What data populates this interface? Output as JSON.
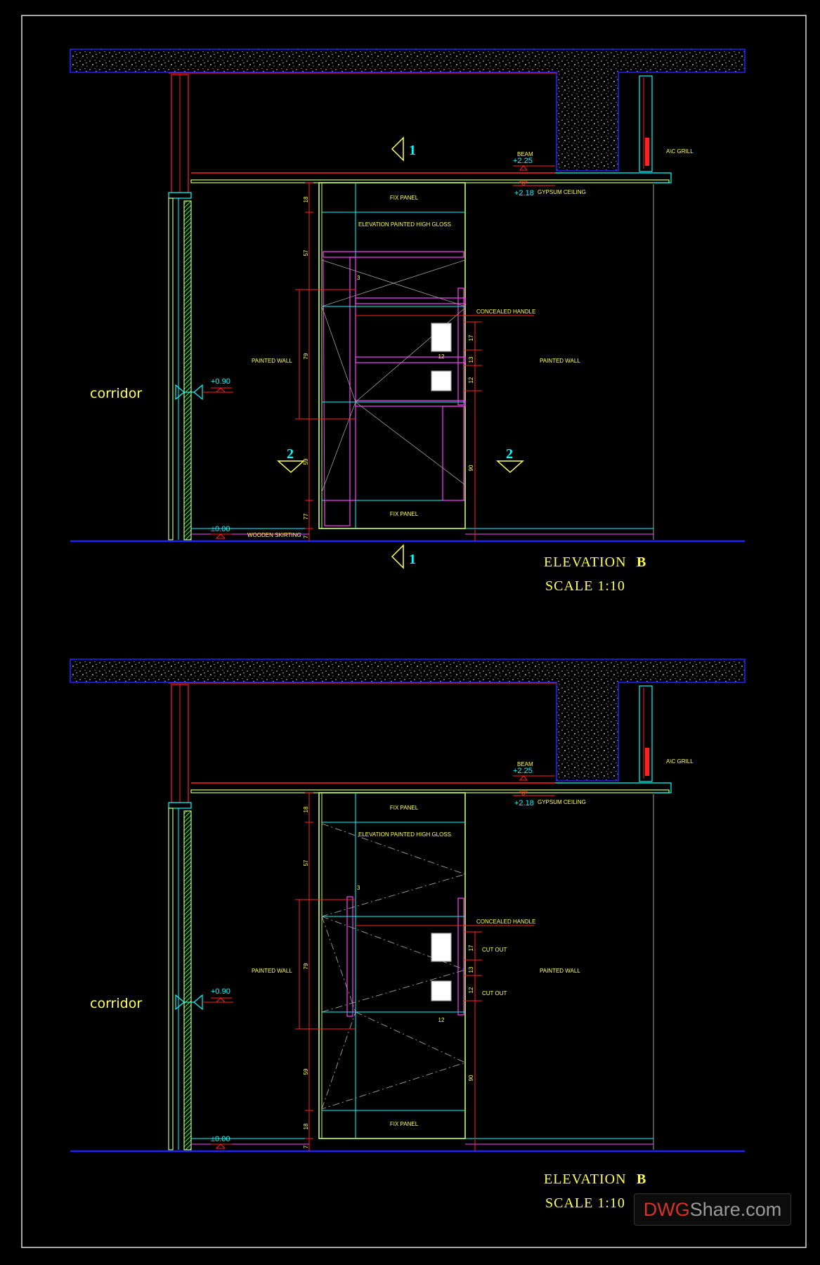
{
  "colors": {
    "background": "#000000",
    "slab_outline": "#2020ff",
    "wall_red": "#ff2020",
    "dimension_red": "#ff2020",
    "panel_green": "#c8ff60",
    "cyan": "#00ffff",
    "magenta": "#ff40ff",
    "text_yellow": "#ffff55",
    "grey": "#a0a0a0"
  },
  "elevations": [
    {
      "section_mark": "1",
      "section_mark_bottom": "1",
      "section_mark_side": "2",
      "title_word": "ELEVATION",
      "title_letter": "B",
      "scale": "SCALE    1:10",
      "room_label": "corridor",
      "beam_label": "BEAM",
      "beam_level": "+2.25",
      "ceiling_level": "+2.18",
      "ceiling_label": "GYPSUM CEILING",
      "ac_label": "A\\C GRILL",
      "top_panel": "FIX PANEL",
      "bottom_panel": "FIX PANEL",
      "finish_note": "ELEVATION PAINTED HIGH GLOSS",
      "handle_note": "CONCEALED HANDLE",
      "left_wall": "PAINTED WALL",
      "right_wall": "PAINTED WALL",
      "switch_level": "+0.90",
      "floor_level": "±0.00",
      "skirting": "WOODEN SKIRTING",
      "cutout_1": "",
      "cutout_2": "",
      "dims_left": [
        "18",
        "57",
        "79",
        "59",
        "77",
        "7"
      ],
      "dims_right": [
        "17",
        "13",
        "12",
        "90"
      ],
      "dim_top_small": "3",
      "dim_handle_1": "12",
      "dim_handle_2": ""
    },
    {
      "section_mark": "",
      "section_mark_bottom": "",
      "section_mark_side": "",
      "title_word": "ELEVATION",
      "title_letter": "B",
      "scale": "SCALE    1:10",
      "room_label": "corridor",
      "beam_label": "BEAM",
      "beam_level": "+2.25",
      "ceiling_level": "+2.18",
      "ceiling_label": "GYPSUM CEILING",
      "ac_label": "A\\C GRILL",
      "top_panel": "FIX PANEL",
      "bottom_panel": "FIX PANEL",
      "finish_note": "ELEVATION PAINTED HIGH GLOSS",
      "handle_note": "CONCEALED HANDLE",
      "left_wall": "PAINTED WALL",
      "right_wall": "PAINTED WALL",
      "switch_level": "+0.90",
      "floor_level": "±0.00",
      "skirting": "",
      "cutout_1": "CUT OUT",
      "cutout_2": "CUT OUT",
      "dims_left": [
        "18",
        "57",
        "79",
        "59",
        "18",
        "7"
      ],
      "dims_right": [
        "17",
        "13",
        "12",
        "90"
      ],
      "dim_top_small": "3",
      "dim_handle_1": "",
      "dim_handle_2": "12"
    }
  ],
  "watermark": {
    "part_a": "DWG",
    "part_b": "Share.com"
  }
}
